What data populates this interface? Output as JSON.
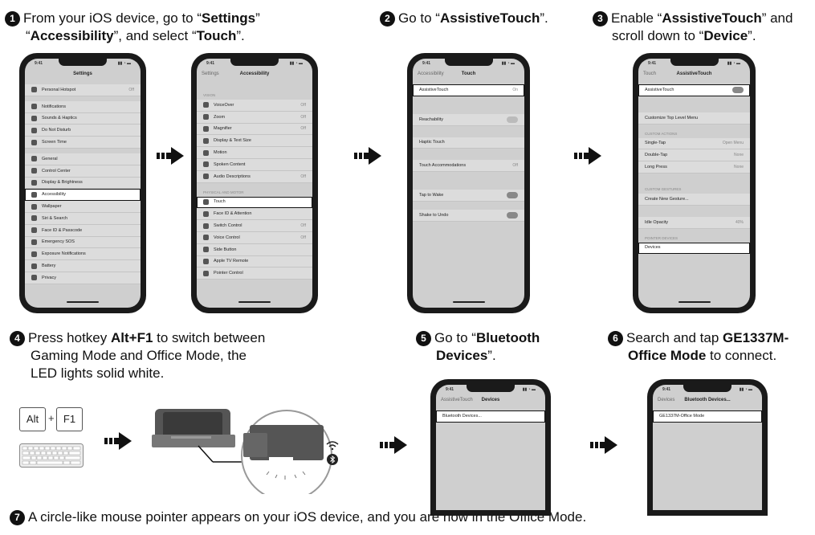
{
  "steps": {
    "s1": {
      "n": "1",
      "a": "From your iOS device, go to “",
      "b1": "Settings",
      "c": "”",
      "d": "“",
      "b2": "Accessibility",
      "e": "”, and select “",
      "b3": "Touch",
      "f": "”."
    },
    "s2": {
      "n": "2",
      "a": "Go to “",
      "b1": "AssistiveTouch",
      "c": "”."
    },
    "s3": {
      "n": "3",
      "a": "Enable “",
      "b1": "AssistiveTouch",
      "c": "” and",
      "d": "scroll down to “",
      "b2": "Device",
      "e": "”."
    },
    "s4": {
      "n": "4",
      "a": "Press hotkey ",
      "b1": "Alt+F1",
      "c": " to switch between",
      "d": "Gaming Mode and Office Mode, the",
      "e": "LED lights solid white."
    },
    "s5": {
      "n": "5",
      "a": "Go to “",
      "b1": "Bluetooth",
      "b2": "Devices",
      "c": "”."
    },
    "s6": {
      "n": "6",
      "a": "Search and tap ",
      "b1": "GE1337M-",
      "b2": "Office Mode",
      "c": " to connect."
    },
    "s7": {
      "n": "7",
      "a": "A circle-like mouse pointer appears on your iOS device, and you are now in the Office Mode."
    }
  },
  "keys": {
    "alt": "Alt",
    "plus": "+",
    "f1": "F1"
  },
  "p1": {
    "title": "Settings",
    "rows1": [
      "Personal Hotspot"
    ],
    "rows1v": [
      "Off"
    ],
    "rows2": [
      "Notifications",
      "Sounds & Haptics",
      "Do Not Disturb",
      "Screen Time"
    ],
    "rows3": [
      "General",
      "Control Center",
      "Display & Brightness",
      "Accessibility",
      "Wallpaper",
      "Siri & Search",
      "Face ID & Passcode",
      "Emergency SOS",
      "Exposure Notifications",
      "Battery",
      "Privacy"
    ]
  },
  "p2": {
    "back": "Settings",
    "title": "Accessibility",
    "sec1": "VISION",
    "rows1": [
      "VoiceOver",
      "Zoom",
      "Magnifier",
      "Display & Text Size",
      "Motion",
      "Spoken Content",
      "Audio Descriptions"
    ],
    "rows1v": [
      "Off",
      "Off",
      "Off",
      "",
      "",
      "",
      "Off"
    ],
    "sec2": "PHYSICAL AND MOTOR",
    "rows2": [
      "Touch",
      "Face ID & Attention",
      "Switch Control",
      "Voice Control",
      "Side Button",
      "Apple TV Remote",
      "Pointer Control"
    ],
    "rows2v": [
      "",
      "",
      "Off",
      "Off",
      "",
      "",
      ""
    ]
  },
  "p3": {
    "back": "Accessibility",
    "title": "Touch",
    "rows": [
      "AssistiveTouch",
      "Reachability",
      "Haptic Touch",
      "Touch Accommodations",
      "Tap to Wake",
      "Shake to Undo"
    ],
    "rowsv": [
      "On",
      "",
      "",
      "Off",
      "",
      ""
    ]
  },
  "p4": {
    "back": "Touch",
    "title": "AssistiveTouch",
    "rows": [
      "AssistiveTouch",
      "Customize Top Level Menu"
    ],
    "sec": "CUSTOM ACTIONS",
    "rows2": [
      "Single-Tap",
      "Double-Tap",
      "Long Press"
    ],
    "rows2v": [
      "Open Menu",
      "None",
      "None"
    ],
    "sec2": "CUSTOM GESTURES",
    "rows3": [
      "Create New Gesture...",
      "Idle Opacity"
    ],
    "rows3v": [
      "",
      "40%"
    ],
    "sec3": "POINTER DEVICES",
    "rows4": [
      "Devices"
    ]
  },
  "p5": {
    "back": "AssistiveTouch",
    "title": "Devices",
    "rows": [
      "Bluetooth Devices..."
    ]
  },
  "p6": {
    "back": "Devices",
    "title": "Bluetooth Devices...",
    "rows": [
      "GE1337M-Office Mode"
    ]
  }
}
